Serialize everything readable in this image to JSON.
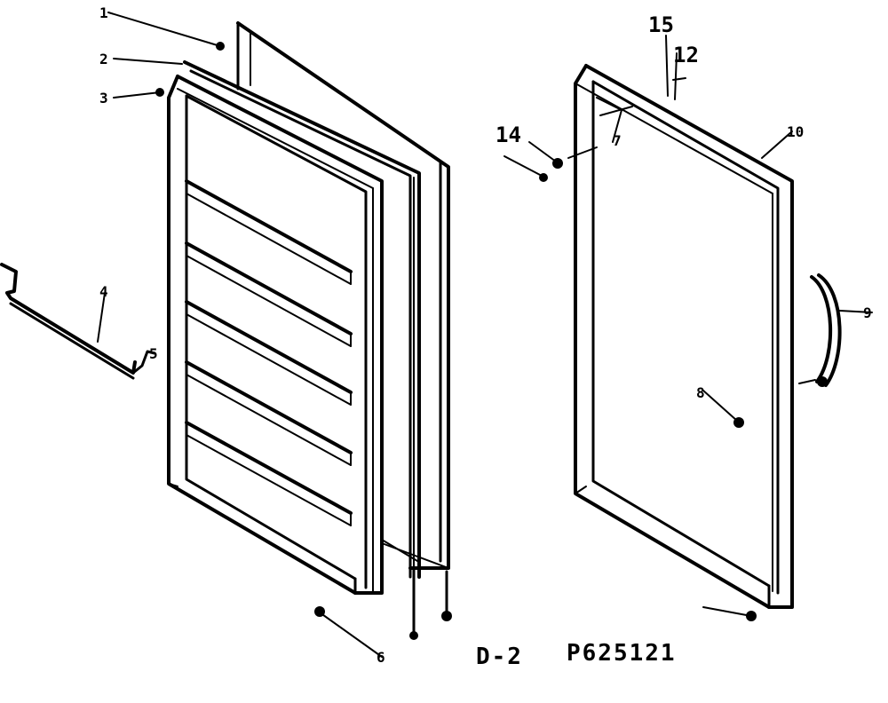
{
  "colors": {
    "ink": "#000000",
    "paper": "#ffffff"
  },
  "callouts": {
    "c1": "1",
    "c2": "2",
    "c3": "3",
    "c4": "4",
    "c5": "5",
    "c6": "6",
    "c7": "7",
    "c8": "8",
    "c9": "9",
    "c10": "10",
    "c12": "12",
    "c14": "14",
    "c15": "15"
  },
  "caption": {
    "figure": "D-2",
    "part_number": "P625121"
  }
}
